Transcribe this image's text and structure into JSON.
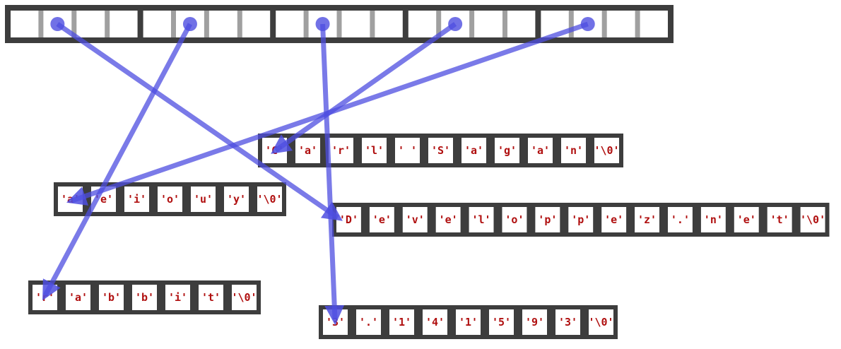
{
  "pointer_array": {
    "pointer_count": 5,
    "slots_per_pointer": 4
  },
  "strings": [
    {
      "id": "carl",
      "chars": [
        "'C'",
        "'a'",
        "'r'",
        "'l'",
        "' '",
        "'S'",
        "'a'",
        "'g'",
        "'a'",
        "'n'",
        "'\\0'"
      ]
    },
    {
      "id": "vowels",
      "chars": [
        "'a'",
        "'e'",
        "'i'",
        "'o'",
        "'u'",
        "'y'",
        "'\\0'"
      ]
    },
    {
      "id": "dev",
      "chars": [
        "'D'",
        "'e'",
        "'v'",
        "'e'",
        "'l'",
        "'o'",
        "'p'",
        "'p'",
        "'e'",
        "'z'",
        "'.'",
        "'n'",
        "'e'",
        "'t'",
        "'\\0'"
      ]
    },
    {
      "id": "rabbit",
      "chars": [
        "'r'",
        "'a'",
        "'b'",
        "'b'",
        "'i'",
        "'t'",
        "'\\0'"
      ]
    },
    {
      "id": "pi",
      "chars": [
        "'3'",
        "'.'",
        "'1'",
        "'4'",
        "'1'",
        "'5'",
        "'9'",
        "'3'",
        "'\\0'"
      ]
    }
  ],
  "pointers": [
    {
      "from": 0,
      "to": "dev"
    },
    {
      "from": 1,
      "to": "rabbit"
    },
    {
      "from": 2,
      "to": "pi"
    },
    {
      "from": 3,
      "to": "carl"
    },
    {
      "from": 4,
      "to": "vowels"
    }
  ],
  "colors": {
    "frame": "#3d3d3d",
    "divider": "#a0a0a0",
    "arrow": "#4e4ee0",
    "text": "#b01010"
  }
}
